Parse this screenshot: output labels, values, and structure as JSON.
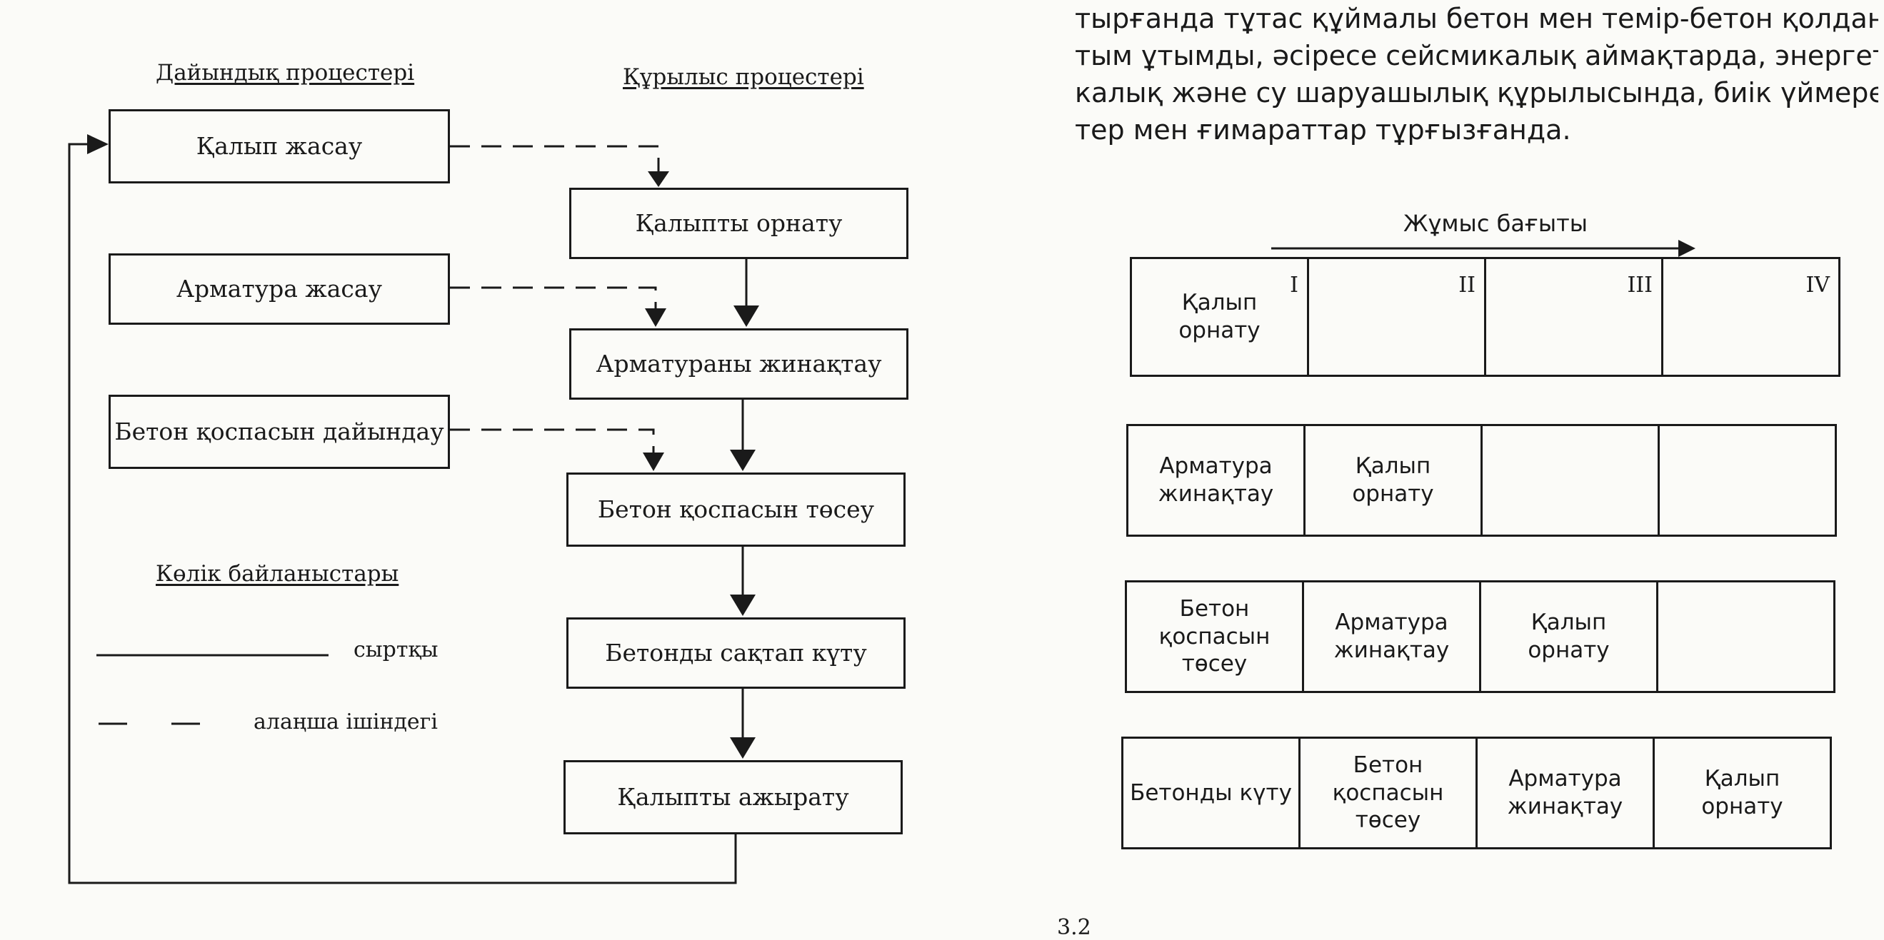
{
  "flowchart": {
    "header_prep": "Дайындық процестері",
    "header_construction": "Құрылыс процестері",
    "prep_boxes": [
      "Қалып жасау",
      "Арматура жасау",
      "Бетон қоспасын дайындау"
    ],
    "construction_boxes": [
      "Қалыпты орнату",
      "Арматураны жинақтау",
      "Бетон қоспасын төсеу",
      "Бетонды сақтап күту",
      "Қалыпты ажырату"
    ],
    "legend": {
      "title": "Көлік байланыстары",
      "solid_label": "сыртқы",
      "dashed_label": "алаңша ішіндегі"
    }
  },
  "paragraph": {
    "lines": [
      "тырғанда тұтас құймалы бетон мен темір-бетон қолдану",
      "тым ұтымды, әсіресе сейсмикалық аймақтарда, энергети",
      "калық және су шаруашылық құрылысында, биік үймерет",
      "тер мен ғимараттар тұрғызғанда."
    ]
  },
  "schedule": {
    "direction_label": "Жұмыс бағыты",
    "rows": [
      [
        {
          "numeral": "I",
          "text": "Қалып\nорнату"
        },
        {
          "numeral": "II",
          "text": ""
        },
        {
          "numeral": "III",
          "text": ""
        },
        {
          "numeral": "IV",
          "text": ""
        }
      ],
      [
        {
          "numeral": "",
          "text": "Арматура\nжинақтау"
        },
        {
          "numeral": "",
          "text": "Қалып\nорнату"
        },
        {
          "numeral": "",
          "text": ""
        },
        {
          "numeral": "",
          "text": ""
        }
      ],
      [
        {
          "numeral": "",
          "text": "Бетон\nқоспасын\nтөсеу"
        },
        {
          "numeral": "",
          "text": "Арматура\nжинақтау"
        },
        {
          "numeral": "",
          "text": "Қалып\nорнату"
        },
        {
          "numeral": "",
          "text": ""
        }
      ],
      [
        {
          "numeral": "",
          "text": "Бетонды күту"
        },
        {
          "numeral": "",
          "text": "Бетон\nқоспасын\nтөсеу"
        },
        {
          "numeral": "",
          "text": "Арматура\nжинақтау"
        },
        {
          "numeral": "",
          "text": "Қалып\nорнату"
        }
      ]
    ]
  },
  "footer_fragment": "3.2"
}
